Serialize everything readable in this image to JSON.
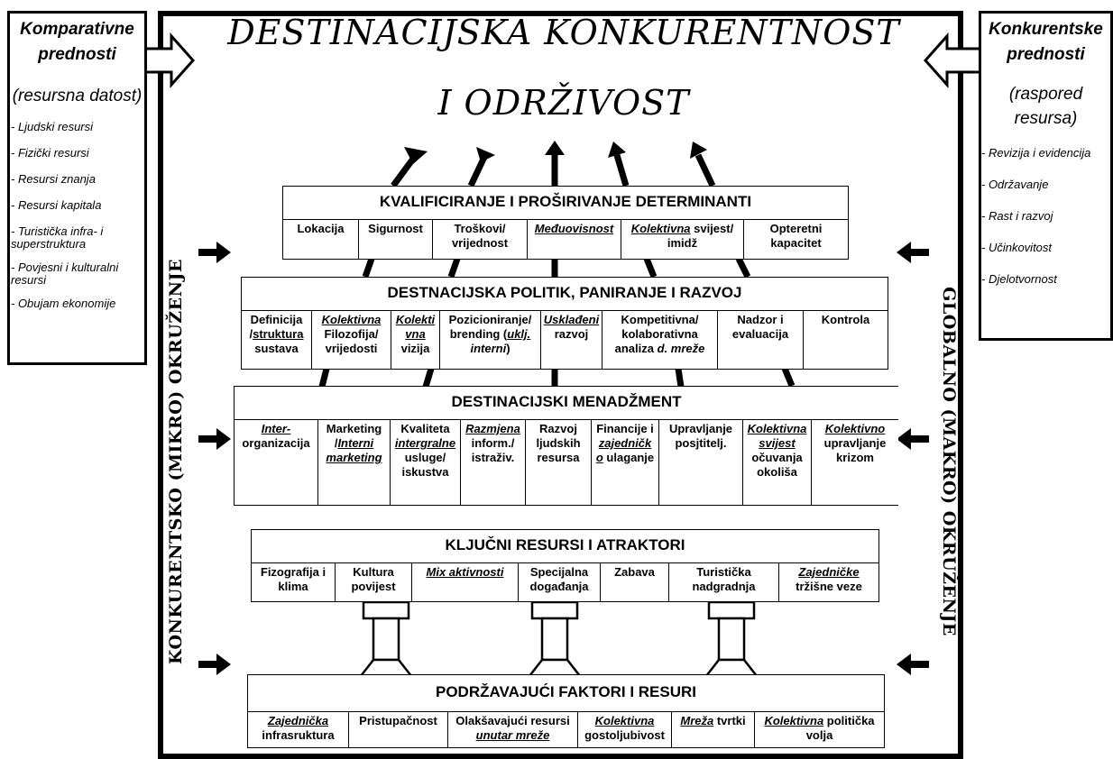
{
  "title": {
    "line1": "DESTINACIJSKA KONKURENTNOST",
    "line2": "I ODRŽIVOST"
  },
  "left_box": {
    "heading1": "Komparativne",
    "heading2": "prednosti",
    "subtitle": "(resursna datost)",
    "items": [
      "- Ljudski resursi",
      "- Fizički resursi",
      "- Resursi znanja",
      "- Resursi kapitala",
      "- Turistička infra- i superstruktura",
      "- Povjesni i kulturalni resursi",
      "- Obujam ekonomije"
    ]
  },
  "right_box": {
    "heading1": "Konkurentske",
    "heading2": "prednosti",
    "subtitle1": "(raspored",
    "subtitle2": "resursa)",
    "items": [
      "- Revizija i evidencija",
      "- Održavanje",
      "- Rast i razvoj",
      "- Učinkovitost",
      "- Djelotvornost"
    ]
  },
  "left_side_label": "KONKURENTSKO (MIKRO) OKRUŽENJE",
  "right_side_label": "GLOBALNO (MAKRO) OKRUŽENJE",
  "levels": {
    "kvalificiranje": {
      "heading": "KVALIFICIRANJE I PROŠIRIVANJE DETERMINANTI",
      "cells": [
        {
          "segs": [
            {
              "t": "Lokacija"
            }
          ]
        },
        {
          "segs": [
            {
              "t": "Sigurnost"
            }
          ]
        },
        {
          "segs": [
            {
              "t": "Troškovi/ vrijednost"
            }
          ]
        },
        {
          "segs": [
            {
              "t": "Međuovisnost",
              "u": true
            }
          ]
        },
        {
          "segs": [
            {
              "t": "Kolektivna",
              "u": true
            },
            {
              "t": " svijest/ imidž"
            }
          ]
        },
        {
          "segs": [
            {
              "t": "Opteretni kapacitet"
            }
          ]
        }
      ]
    },
    "politika": {
      "heading": "DESTNACIJSKA POLITIK, PANIRANJE I RAZVOJ",
      "cells": [
        {
          "segs": [
            {
              "t": "Definicija /"
            },
            {
              "t": "struktura",
              "ul": true
            },
            {
              "t": " sustava"
            }
          ]
        },
        {
          "segs": [
            {
              "t": "Kolektivna",
              "u": true
            },
            {
              "t": " Filozofija/ vrijedosti"
            }
          ]
        },
        {
          "segs": [
            {
              "t": "Kolekti vna",
              "u": true
            },
            {
              "t": " vizija"
            }
          ]
        },
        {
          "segs": [
            {
              "t": "Pozicioniranje/ brending ("
            },
            {
              "t": "uklj.",
              "u": true
            },
            {
              "t": " interni",
              "i": true
            },
            {
              "t": ")"
            }
          ]
        },
        {
          "segs": [
            {
              "t": "Usklađeni",
              "u": true
            },
            {
              "t": " razvoj"
            }
          ]
        },
        {
          "segs": [
            {
              "t": "Kompetitivna/ kolaborativna analiza "
            },
            {
              "t": "d. mreže",
              "i": true
            }
          ]
        },
        {
          "segs": [
            {
              "t": "Nadzor i evaluacija"
            }
          ]
        },
        {
          "segs": [
            {
              "t": "Kontrola"
            }
          ]
        }
      ]
    },
    "menadzment": {
      "heading": "DESTINACIJSKI MENADŽMENT",
      "cells": [
        {
          "segs": [
            {
              "t": "Inter-",
              "u": true
            },
            {
              "t": " organizacija"
            }
          ]
        },
        {
          "segs": [
            {
              "t": "Marketing /"
            },
            {
              "t": "Interni marketing",
              "u": true
            }
          ]
        },
        {
          "segs": [
            {
              "t": "Kvaliteta "
            },
            {
              "t": "intergralne",
              "u": true
            },
            {
              "t": " usluge/ iskustva"
            }
          ]
        },
        {
          "segs": [
            {
              "t": "Razmjena",
              "u": true
            },
            {
              "t": " inform./ istraživ."
            }
          ]
        },
        {
          "segs": [
            {
              "t": "Razvoj ljudskih resursa"
            }
          ]
        },
        {
          "segs": [
            {
              "t": "Financije i "
            },
            {
              "t": "zajedničk o",
              "u": true
            },
            {
              "t": " ulaganje"
            }
          ]
        },
        {
          "segs": [
            {
              "t": "Upravljanje posjtitelj."
            }
          ]
        },
        {
          "segs": [
            {
              "t": "Kolektivna svijest",
              "u": true
            },
            {
              "t": " očuvanja okoliša"
            }
          ]
        },
        {
          "segs": [
            {
              "t": "Kolektivno",
              "u": true
            },
            {
              "t": " upravljanje krizom"
            }
          ]
        }
      ]
    },
    "resursi": {
      "heading": "KLJUČNI RESURSI I ATRAKTORI",
      "cells": [
        {
          "segs": [
            {
              "t": "Fizografija i klima"
            }
          ]
        },
        {
          "segs": [
            {
              "t": "Kultura povijest"
            }
          ]
        },
        {
          "segs": [
            {
              "t": "Mix aktivnosti",
              "u": true
            }
          ]
        },
        {
          "segs": [
            {
              "t": "Specijalna događanja"
            }
          ]
        },
        {
          "segs": [
            {
              "t": "Zabava"
            }
          ]
        },
        {
          "segs": [
            {
              "t": "Turistička nadgradnja"
            }
          ]
        },
        {
          "segs": [
            {
              "t": "Zajedničke",
              "u": true
            },
            {
              "t": " tržišne veze"
            }
          ]
        }
      ]
    },
    "podrzavajuci": {
      "heading": "PODRŽAVAJUĆI FAKTORI I RESURI",
      "cells": [
        {
          "segs": [
            {
              "t": "Zajednička",
              "u": true
            },
            {
              "t": " infrasruktura"
            }
          ]
        },
        {
          "segs": [
            {
              "t": "Pristupačnost"
            }
          ]
        },
        {
          "segs": [
            {
              "t": "Olakšavajući resursi "
            },
            {
              "t": "unutar mreže",
              "u": true
            }
          ]
        },
        {
          "segs": [
            {
              "t": "Kolektivna",
              "u": true
            },
            {
              "t": " gostoljubivost"
            }
          ]
        },
        {
          "segs": [
            {
              "t": "Mreža",
              "u": true
            },
            {
              "t": " tvrtki"
            }
          ]
        },
        {
          "segs": [
            {
              "t": "Kolektivna",
              "u": true
            },
            {
              "t": " politička volja"
            }
          ]
        }
      ]
    }
  }
}
